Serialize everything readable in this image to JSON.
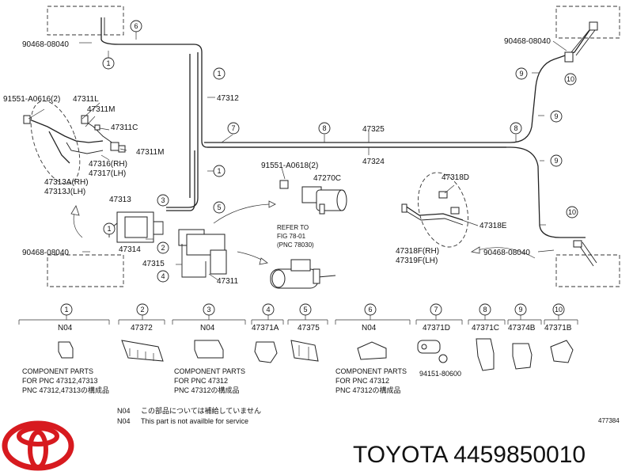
{
  "labels": {
    "p90468_tl": "90468-08040",
    "p91551_l": "91551-A0616(2)",
    "p47311L": "47311L",
    "p47311M_a": "47311M",
    "p47311C": "47311C",
    "p47311M_b": "47311M",
    "p47316": "47316(RH)",
    "p47317": "47317(LH)",
    "p47313A": "47313A(RH)",
    "p47313J": "47313J(LH)",
    "p47313": "47313",
    "p90468_bl": "90468-08040",
    "p47314": "47314",
    "p47315": "47315",
    "p47311": "47311",
    "p47312": "47312",
    "p47325": "47325",
    "p47324": "47324",
    "p91551_c": "91551-A0618(2)",
    "p47270C": "47270C",
    "ref1": "REFER TO",
    "ref2": "FIG 78-01",
    "ref3": "(PNC 78030)",
    "p90468_tr": "90468-08040",
    "p47318D": "47318D",
    "p47318E": "47318E",
    "p47318F": "47318F(RH)",
    "p47319F": "47319F(LH)",
    "p90468_br": "90468-08040",
    "figno": "477384"
  },
  "callouts": {
    "c1a": "1",
    "c6a": "6",
    "c1b": "1",
    "c1c": "1",
    "c1d": "1",
    "c3": "3",
    "c2": "2",
    "c4": "4",
    "c5": "5",
    "c7": "7",
    "c8a": "8",
    "c8b": "8",
    "c9a": "9",
    "c10a": "10",
    "c9b": "9",
    "c9c": "9",
    "c10b": "10"
  },
  "legend": [
    {
      "num": "1",
      "code": "N04",
      "note1": "COMPONENT PARTS",
      "note2": "FOR PNC 47312,47313",
      "note3": "PNC 47312,47313の構成品"
    },
    {
      "num": "2",
      "code": "47372",
      "note1": "",
      "note2": "",
      "note3": ""
    },
    {
      "num": "3",
      "code": "N04",
      "note1": "COMPONENT PARTS",
      "note2": "FOR PNC 47312",
      "note3": "PNC 47312の構成品"
    },
    {
      "num": "4",
      "code": "47371A",
      "note1": "",
      "note2": "",
      "note3": ""
    },
    {
      "num": "5",
      "code": "47375",
      "note1": "",
      "note2": "",
      "note3": ""
    },
    {
      "num": "6",
      "code": "N04",
      "note1": "COMPONENT PARTS",
      "note2": "FOR PNC 47312",
      "note3": "PNC 47312の構成品"
    },
    {
      "num": "7",
      "code": "47371D",
      "note1": "",
      "note2": "",
      "note3": "94151-80600"
    },
    {
      "num": "8",
      "code": "47371C",
      "note1": "",
      "note2": "",
      "note3": ""
    },
    {
      "num": "9",
      "code": "47374B",
      "note1": "",
      "note2": "",
      "note3": ""
    },
    {
      "num": "10",
      "code": "47371B",
      "note1": "",
      "note2": "",
      "note3": ""
    }
  ],
  "footnote": {
    "code1": "N04",
    "jp": "この部品については補給していません",
    "code2": "N04",
    "en": "This part is not availble for service"
  },
  "brand": {
    "text": "TOYOTA 4459850010",
    "logo_color": "#d71a1f"
  }
}
